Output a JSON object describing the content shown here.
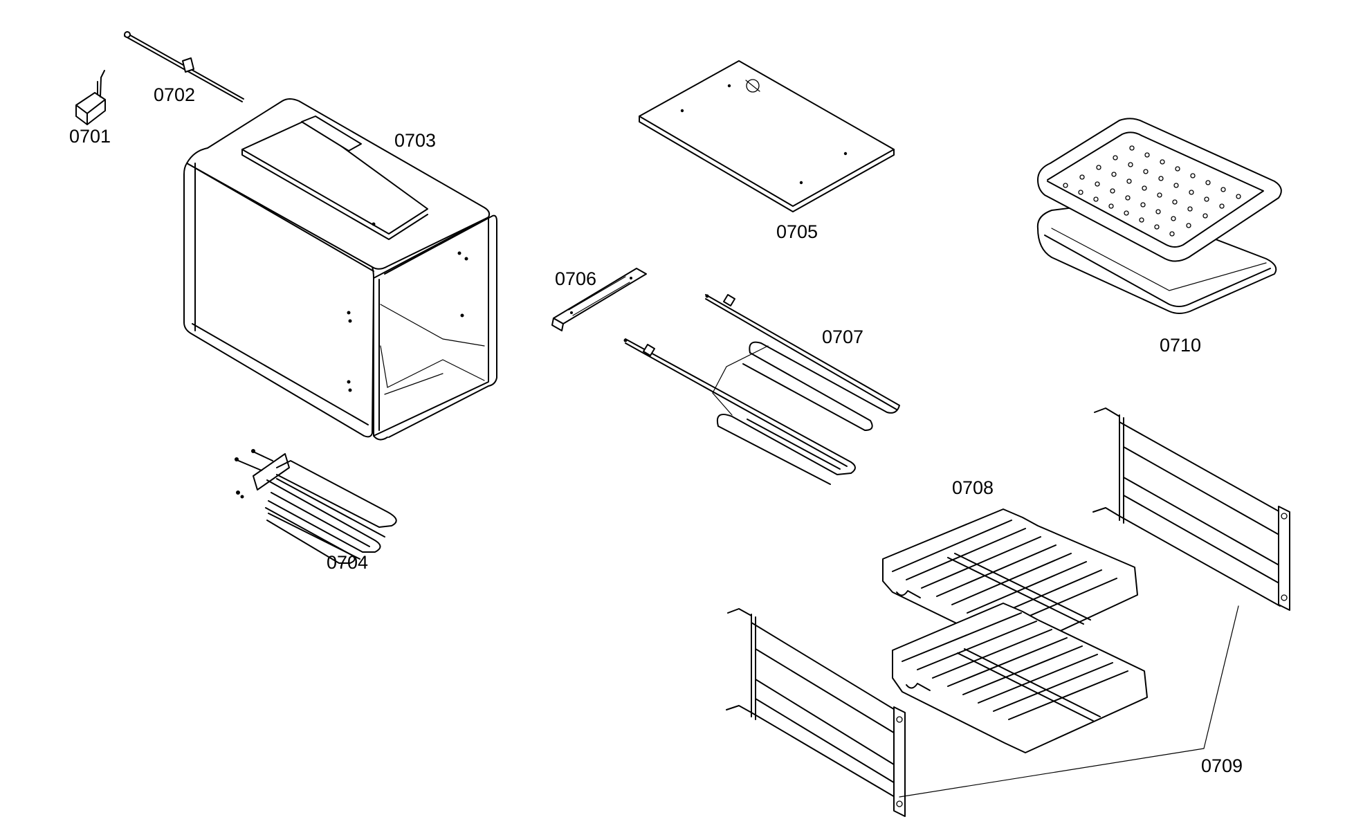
{
  "diagram": {
    "type": "exploded-parts",
    "parts": [
      {
        "id": "p0701",
        "number": "0701",
        "icon": "thermostat-box-icon"
      },
      {
        "id": "p0702",
        "number": "0702",
        "icon": "temperature-probe-icon"
      },
      {
        "id": "p0703",
        "number": "0703",
        "icon": "oven-cavity-icon"
      },
      {
        "id": "p0704",
        "number": "0704",
        "icon": "bottom-heating-element-icon"
      },
      {
        "id": "p0705",
        "number": "0705",
        "icon": "cover-panel-icon"
      },
      {
        "id": "p0706",
        "number": "0706",
        "icon": "bracket-strip-icon"
      },
      {
        "id": "p0707",
        "number": "0707",
        "icon": "top-heating-element-icon"
      },
      {
        "id": "p0708",
        "number": "0708",
        "icon": "oven-rack-icon"
      },
      {
        "id": "p0709",
        "number": "0709",
        "icon": "rack-side-runner-icon"
      },
      {
        "id": "p0710",
        "number": "0710",
        "icon": "broil-pan-icon"
      }
    ]
  },
  "labels": {
    "l0701": "0701",
    "l0702": "0702",
    "l0703": "0703",
    "l0704": "0704",
    "l0705": "0705",
    "l0706": "0706",
    "l0707": "0707",
    "l0708": "0708",
    "l0709": "0709",
    "l0710": "0710"
  },
  "colors": {
    "line": "#000000",
    "background": "#ffffff"
  }
}
